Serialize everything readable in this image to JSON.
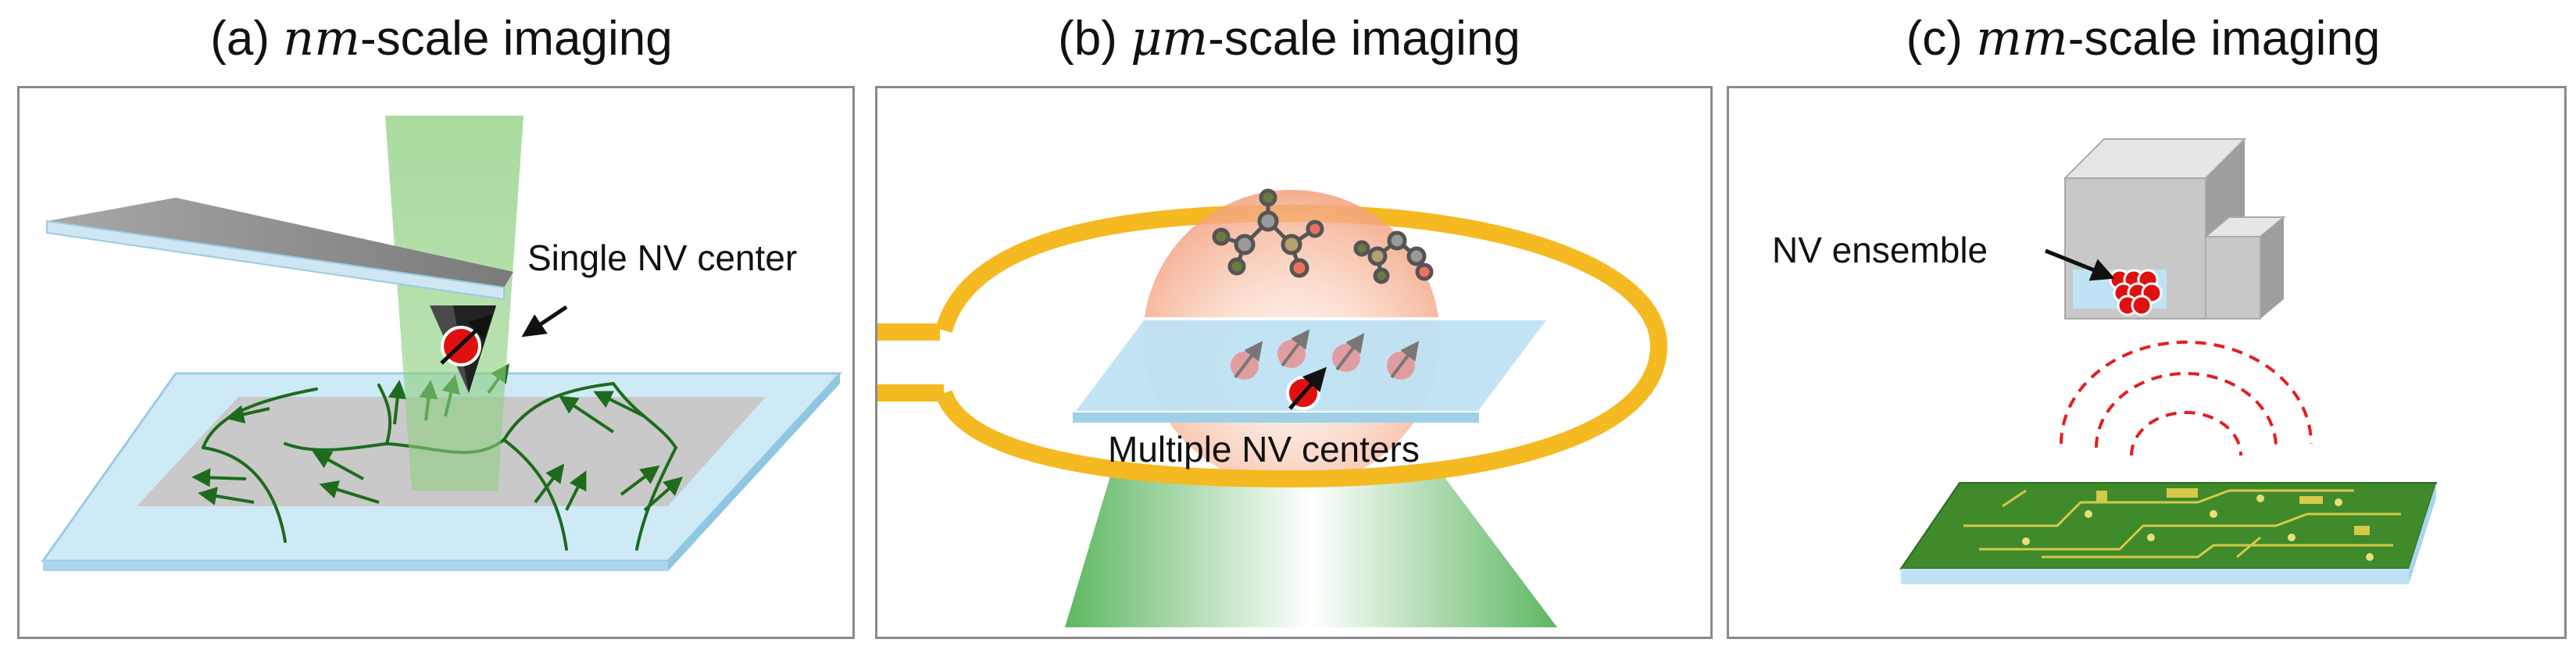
{
  "panels": [
    {
      "prefix": "(a) ",
      "math": "nm",
      "suffix": "-scale imaging",
      "label": "Single NV center"
    },
    {
      "prefix": "(b) ",
      "math": "μm",
      "suffix": "-scale imaging",
      "label": "Multiple NV centers"
    },
    {
      "prefix": "(c) ",
      "math": "mm",
      "suffix": "-scale imaging",
      "label": "NV ensemble"
    }
  ],
  "colors": {
    "laser_green": "#8ccf7e",
    "field_arrow_green": "#1e6b1e",
    "substrate_blue": "#bfe3f4",
    "nv_red": "#e01010",
    "coil_orange": "#f5b921",
    "pcb_green": "#3f8a2a",
    "signal_red": "#e02020",
    "frame_gray": "#8a8a8a"
  }
}
